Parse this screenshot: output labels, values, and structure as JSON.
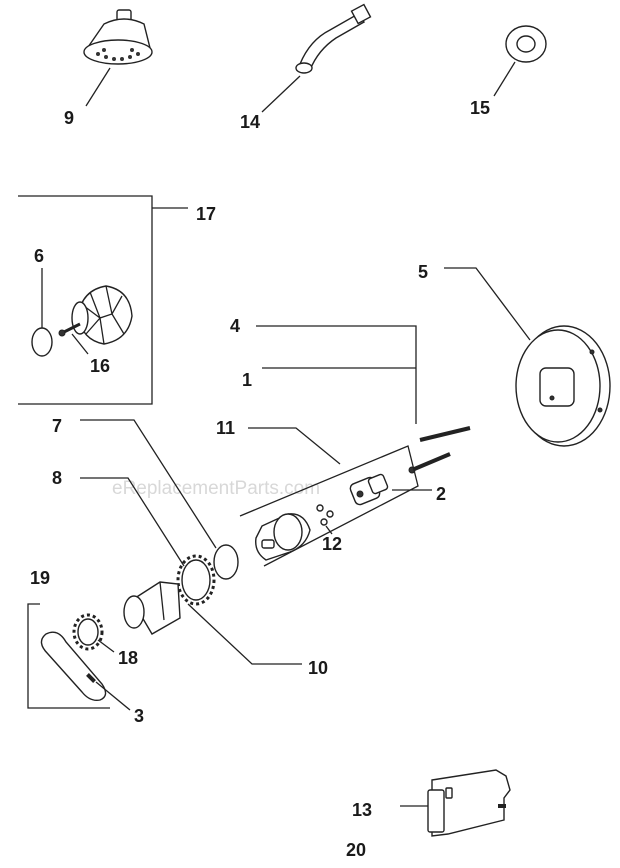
{
  "watermark": "eReplacementParts.com",
  "labels": {
    "p1": "1",
    "p2": "2",
    "p3": "3",
    "p4": "4",
    "p5": "5",
    "p6": "6",
    "p7": "7",
    "p8": "8",
    "p9": "9",
    "p10": "10",
    "p11": "11",
    "p12": "12",
    "p13": "13",
    "p14": "14",
    "p15": "15",
    "p16": "16",
    "p17": "17",
    "p18": "18",
    "p19": "19",
    "p20": "20"
  }
}
